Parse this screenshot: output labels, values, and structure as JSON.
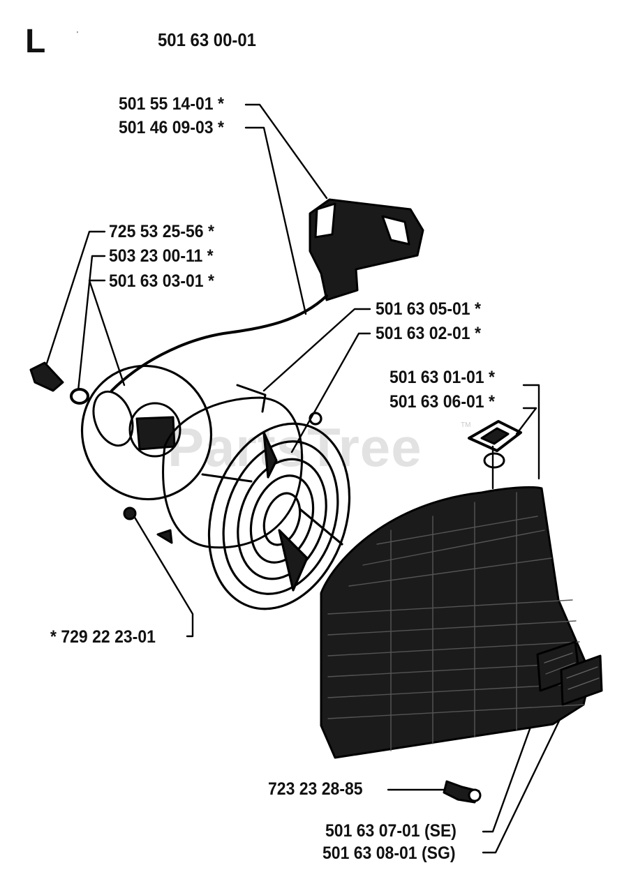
{
  "diagram": {
    "section": "L",
    "mark": "'",
    "assembly": "501 63 00-01",
    "watermark": "PartsTree",
    "trademark": "TM",
    "labels": {
      "handle": "501 55 14-01  *",
      "rope": "501 46 09-03  *",
      "screw": "725 53 25-56  *",
      "washer": "503 23 00-11  *",
      "pulley": "501 63 03-01  *",
      "spring_cover": "501 63 05-01  *",
      "spring": "501 63 02-01  *",
      "cover_a": "501 63 01-01  *",
      "cover_b": "501 63 06-01  *",
      "pin": "*  729 22 23-01",
      "bolt": "723 23 28-85",
      "decal_se": "501 63 07-01 (SE)",
      "decal_sg": "501 63 08-01 (SG)"
    }
  }
}
